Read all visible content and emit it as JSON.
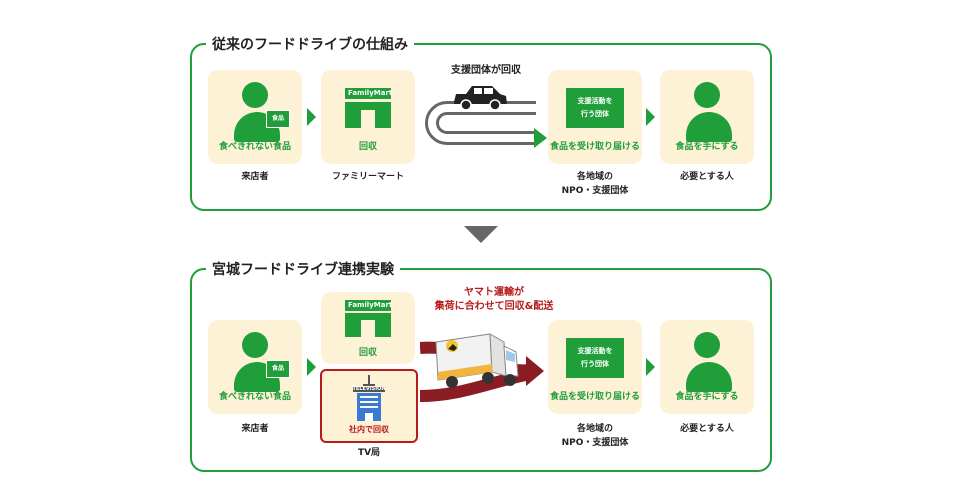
{
  "top": {
    "title": "従来のフードドライブの仕組み",
    "steps": [
      {
        "card_label": "食べきれない食品",
        "tag": "食品",
        "below": "来店者"
      },
      {
        "card_label": "回収",
        "logo": "FamilyMart",
        "below": "ファミリーマート"
      },
      {
        "card_label": "食品を受け取り届ける",
        "org_box": [
          "支援活動を",
          "行う団体"
        ],
        "below": [
          "各地域の",
          "NPO・支援団体"
        ]
      },
      {
        "card_label": "食品を手にする",
        "below": "必要とする人"
      }
    ],
    "vehicle_label": "支援団体が回収"
  },
  "bottom": {
    "title": "宮城フードドライブ連携実験",
    "steps": [
      {
        "card_label": "食べきれない食品",
        "tag": "食品",
        "below": "来店者"
      },
      {
        "card_label": "回収",
        "logo": "FamilyMart"
      },
      {
        "tv_card_label": "社内で回収",
        "tv_sign": "TELEVISION",
        "below": "TV局"
      },
      {
        "card_label": "食品を受け取り届ける",
        "org_box": [
          "支援活動を",
          "行う団体"
        ],
        "below": [
          "各地域の",
          "NPO・支援団体"
        ]
      },
      {
        "card_label": "食品を手にする",
        "below": "必要とする人"
      }
    ],
    "transport_label": [
      "ヤマト運輸が",
      "集荷に合わせて回収&配送"
    ]
  },
  "colors": {
    "green": "#1f9e3a",
    "cream": "#fdf1d6",
    "red": "#b71c1c",
    "gray_arrow": "#666666"
  }
}
